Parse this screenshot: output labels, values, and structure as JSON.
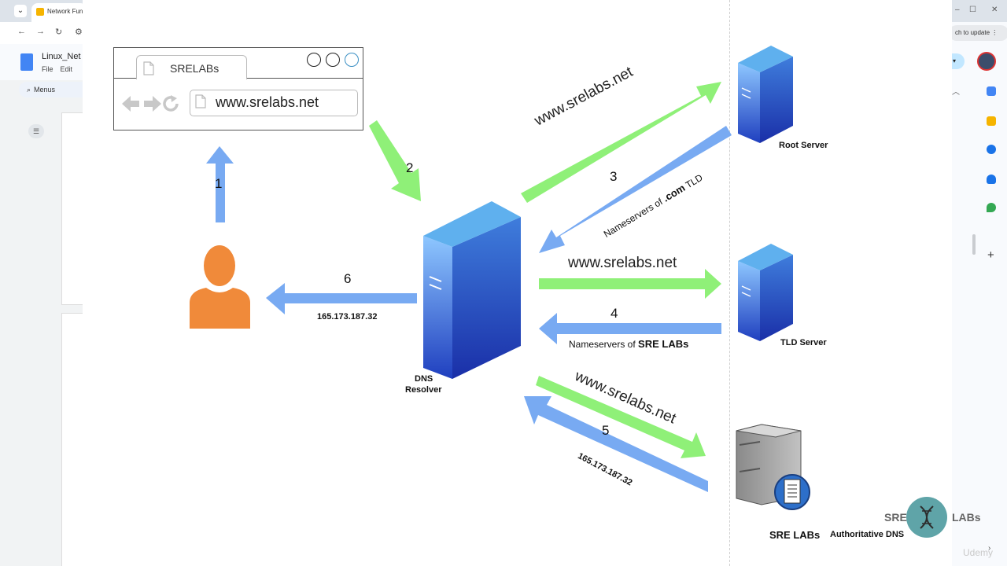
{
  "background_chrome": {
    "tab_title": "Network Fun",
    "doc_title": "Linux_Net",
    "doc_menu": [
      "File",
      "Edit"
    ],
    "menus_label": "Menus",
    "update_label": "ch to update",
    "watermark": "Udemy"
  },
  "browser_mock": {
    "tab_label": "SRELABs",
    "url": "www.srelabs.net"
  },
  "steps": {
    "s1": "1",
    "s2": "2",
    "s3": "3",
    "s4": "4",
    "s5": "5",
    "s6": "6"
  },
  "labels": {
    "resolver_line1": "DNS",
    "resolver_line2": "Resolver",
    "root_server": "Root Server",
    "tld_server": "TLD Server",
    "auth_company": "SRE LABs",
    "auth_dns": "Authoritative DNS",
    "query_root": "www.srelabs.net",
    "query_tld": "www.srelabs.net",
    "query_auth": "www.srelabs.net",
    "reply_root_prefix": "Nameservers of ",
    "reply_root_bold": ".com",
    "reply_root_suffix": " TLD",
    "reply_tld_prefix": "Nameservers of ",
    "reply_tld_bold": "SRE LABs",
    "reply_auth_ip": "165.173.187.32",
    "reply_client_ip": "165.173.187.32"
  },
  "brand": {
    "left": "SRE",
    "right": "LABs"
  },
  "colors": {
    "query_arrow": "#8ff078",
    "reply_arrow": "#78aaf2",
    "person": "#f08a3a",
    "server_light": "#5fb0ee",
    "server_dark": "#1f3fbf",
    "auth_server_gray": "#9a9a9a"
  }
}
